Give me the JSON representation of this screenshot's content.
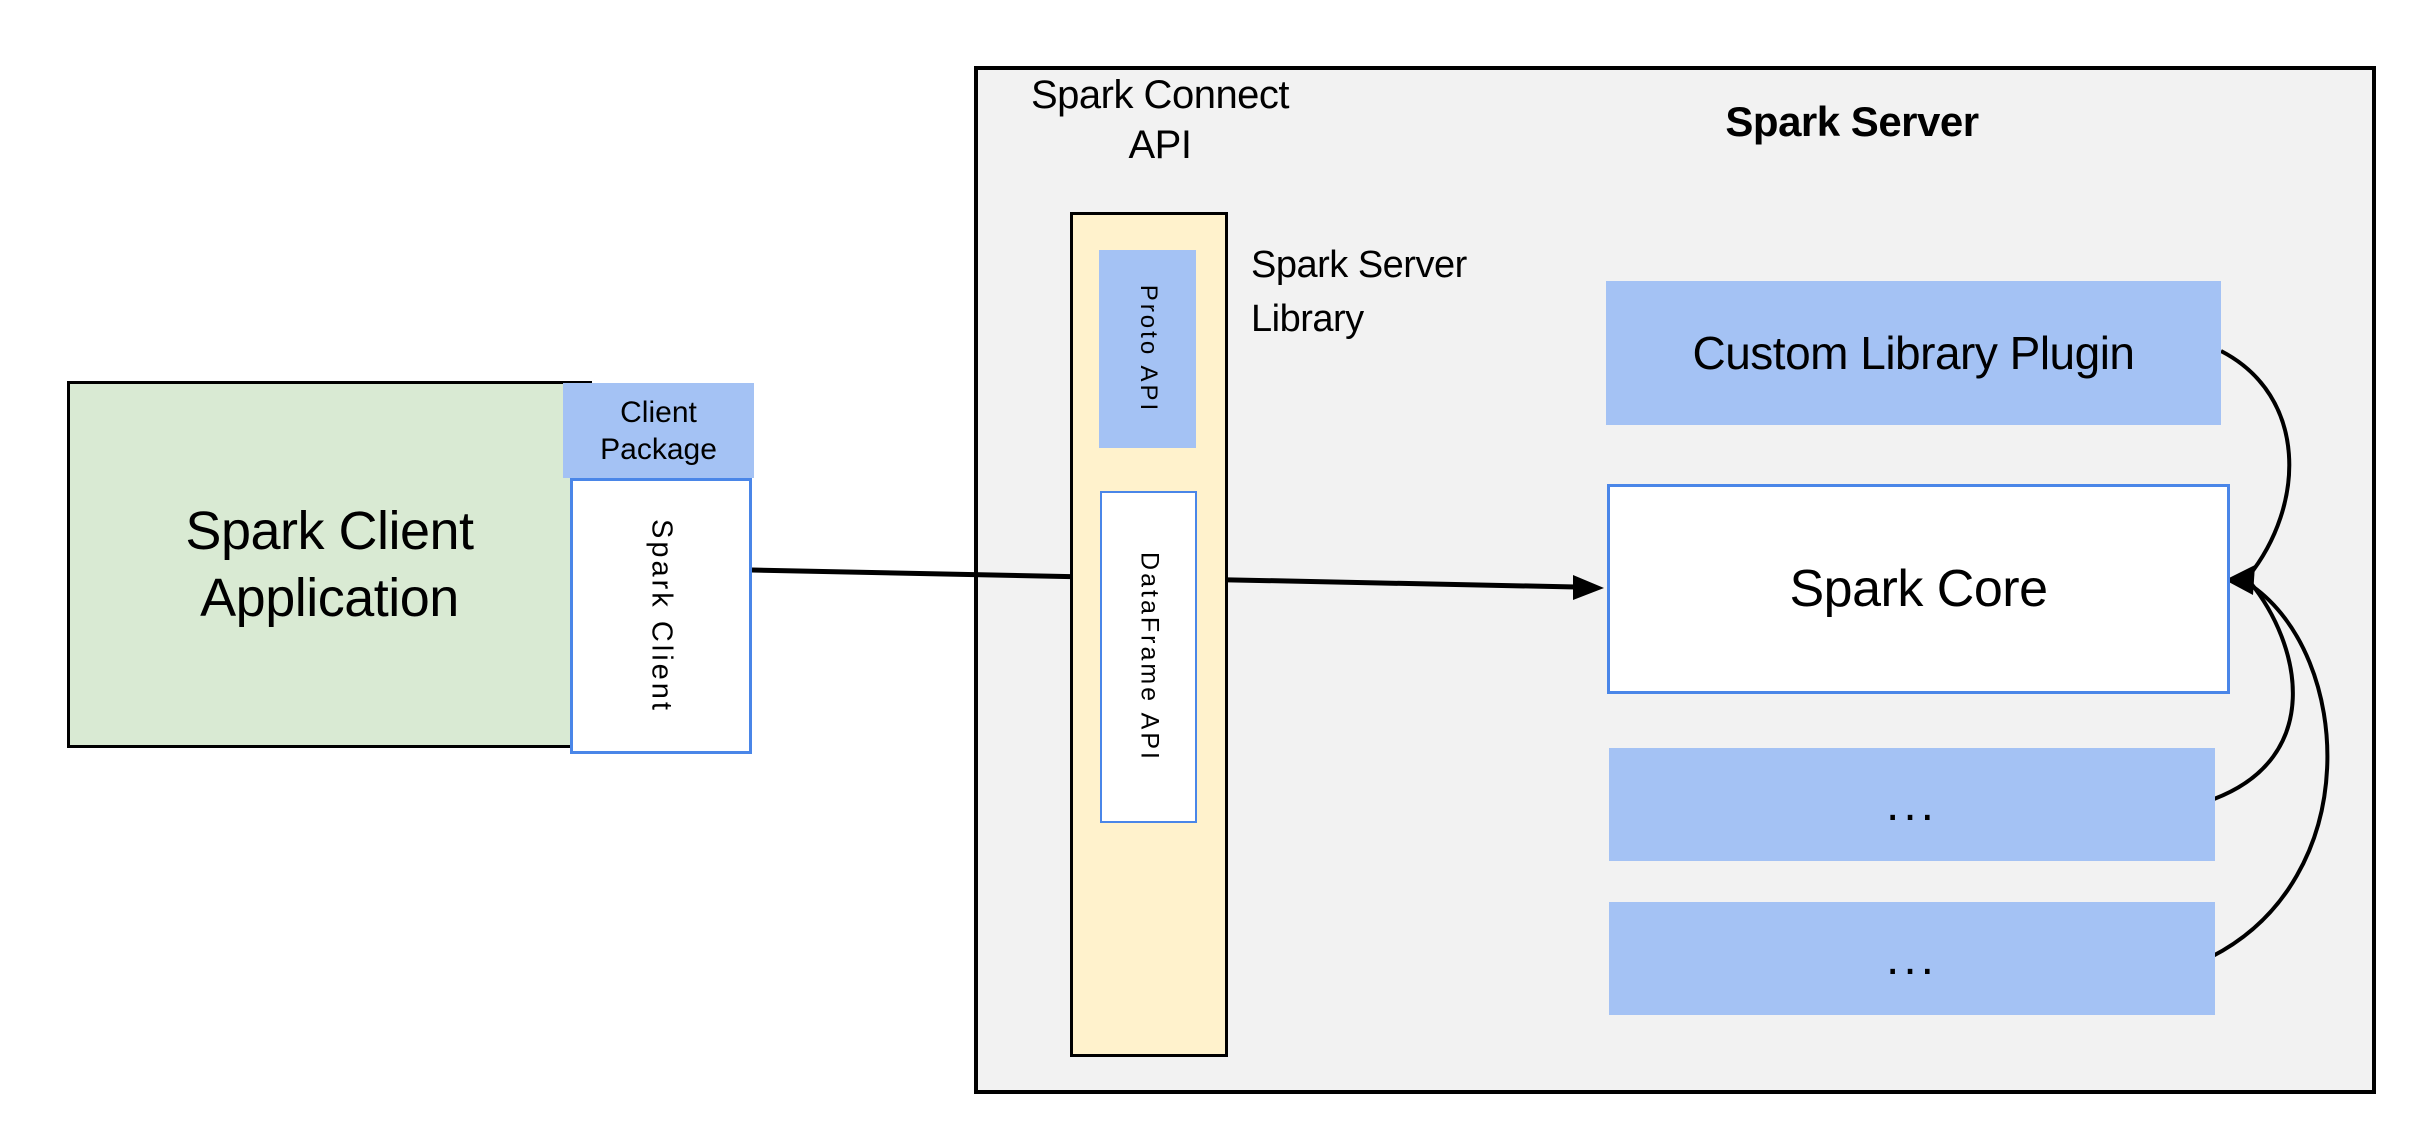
{
  "diagram": {
    "title_area": {
      "spark_connect_api": {
        "line1": "Spark Connect",
        "line2": "API"
      },
      "spark_server_title": "Spark Server",
      "spark_server_library": {
        "line1": "Spark Server",
        "line2": "Library"
      }
    },
    "client": {
      "application": {
        "line1": "Spark Client",
        "line2": "Application"
      },
      "package": {
        "line1": "Client",
        "line2": "Package"
      },
      "spark_client": "Spark Client"
    },
    "library_column": {
      "proto_api": "Proto API",
      "dataframe_api": "DataFrame API"
    },
    "server": {
      "custom_library_plugin": "Custom Library Plugin",
      "spark_core": "Spark Core",
      "plugin_placeholder_1": "...",
      "plugin_placeholder_2": "..."
    },
    "colors": {
      "blue_fill": "#a4c2f4",
      "green_fill": "#d9ead3",
      "cream_fill": "#fff2cc",
      "gray_fill": "#f2f2f2",
      "blue_border": "#4a86e8",
      "line_color": "#000000"
    }
  }
}
